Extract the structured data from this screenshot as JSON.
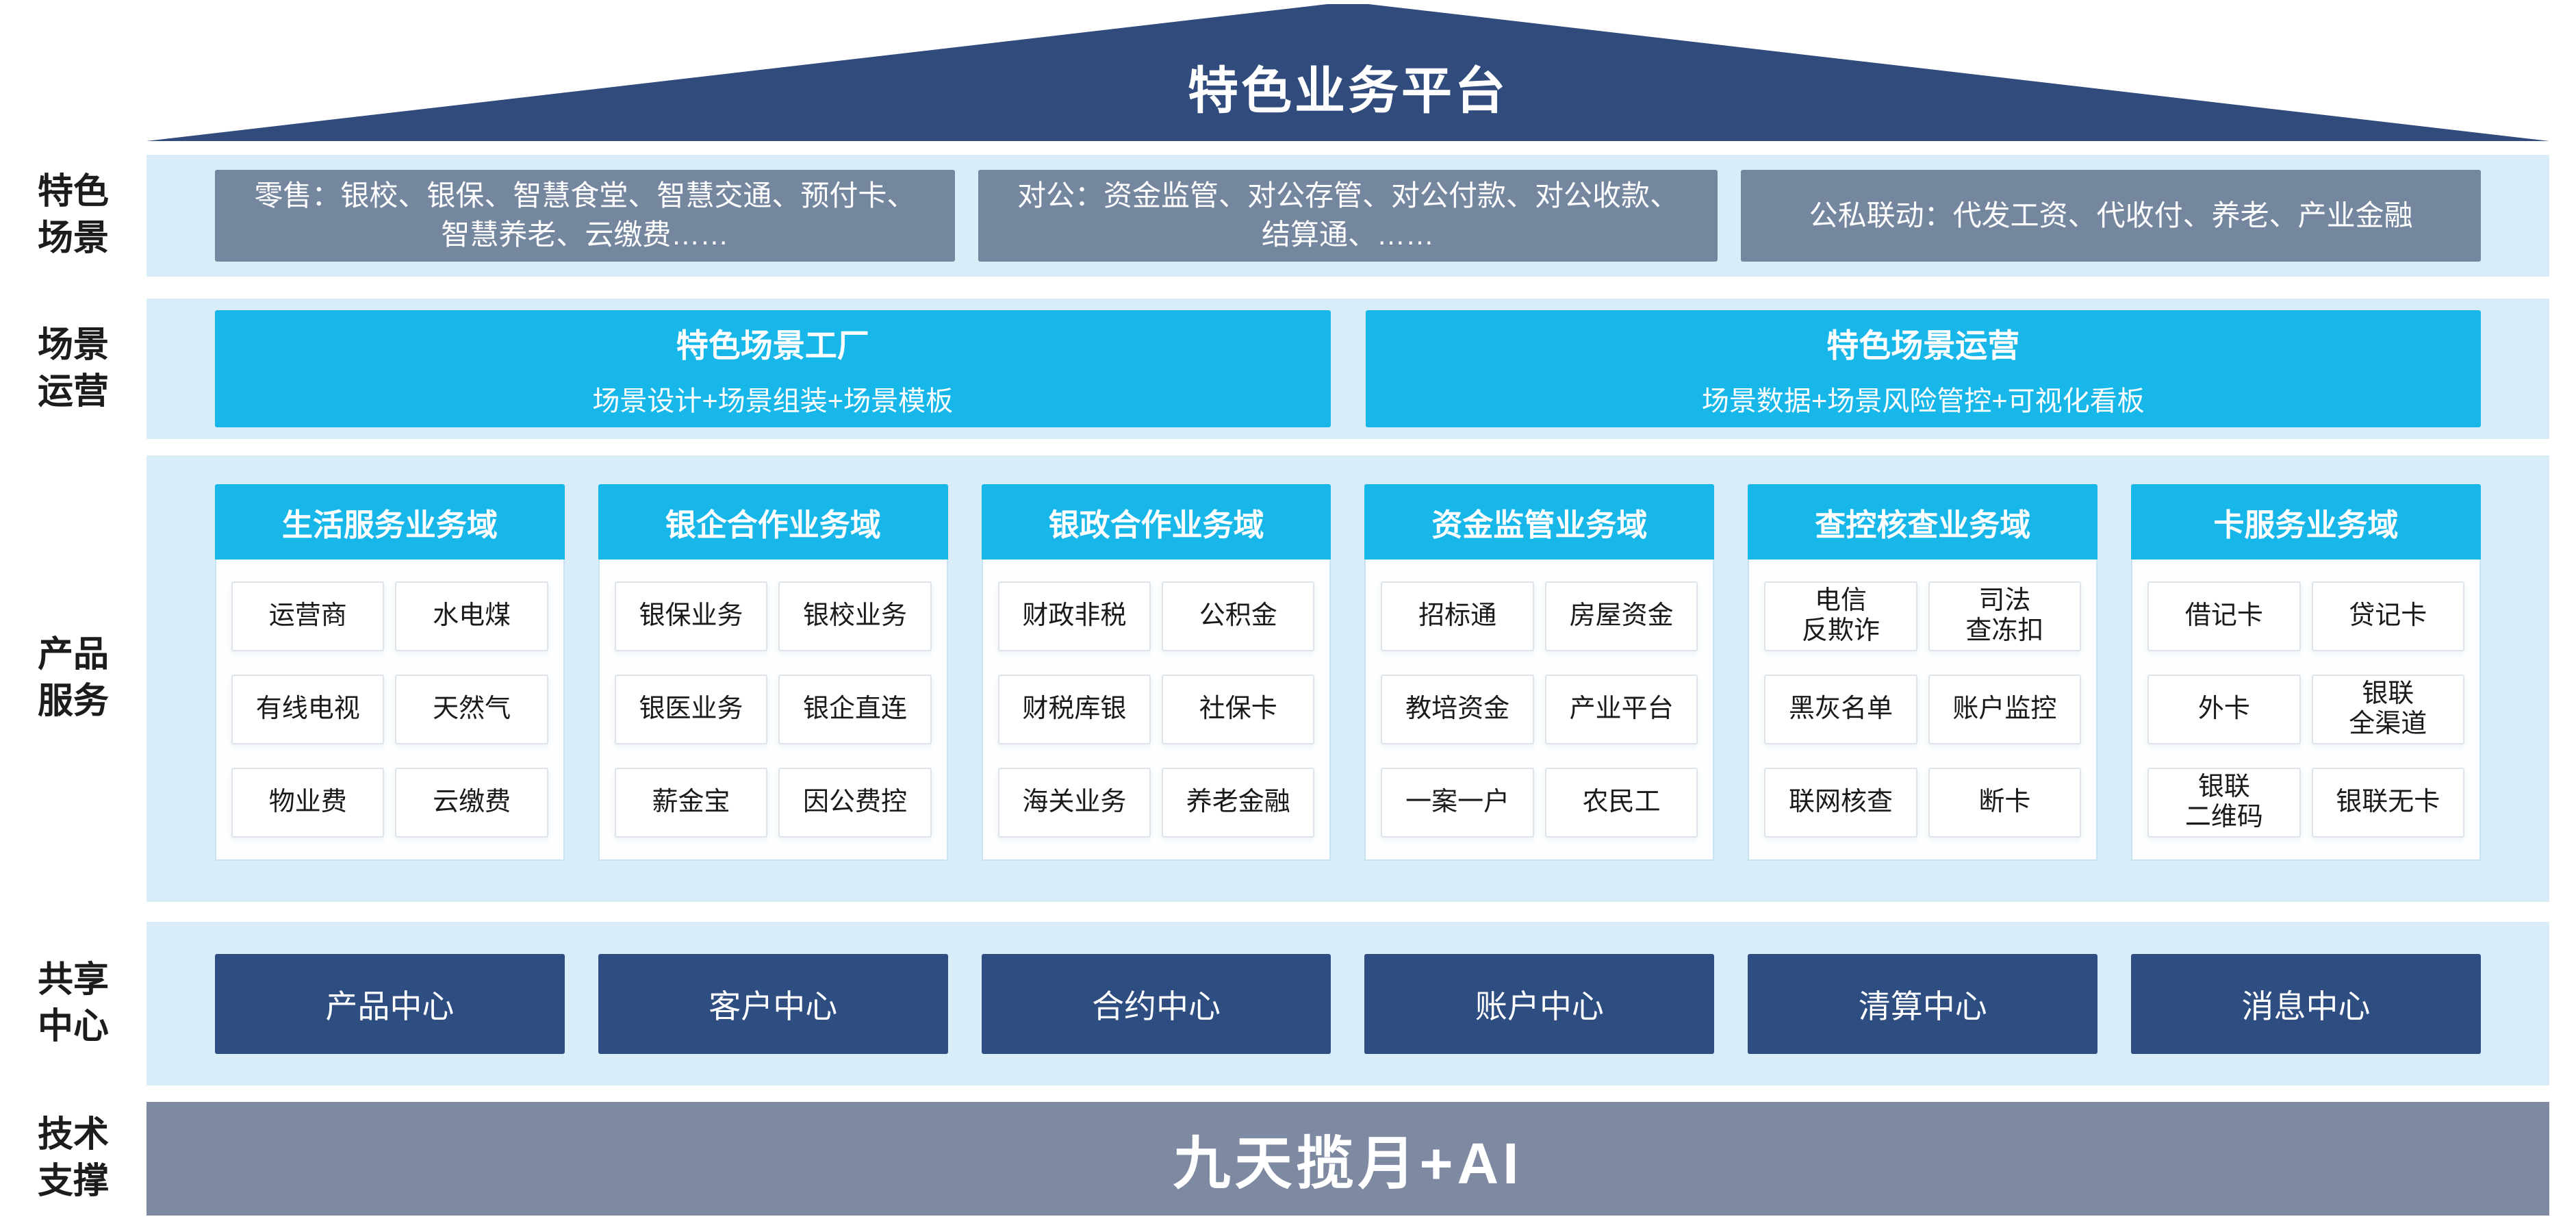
{
  "roof": {
    "title": "特色业务平台"
  },
  "rows": {
    "scenes": {
      "label": "特色\n场景",
      "boxes": [
        "零售：银校、银保、智慧食堂、智慧交通、预付卡、智慧养老、云缴费……",
        "对公：资金监管、对公存管、对公付款、对公收款、结算通、……",
        "公私联动：代发工资、代收付、养老、产业金融"
      ]
    },
    "operations": {
      "label": "场景\n运营",
      "boxes": [
        {
          "title": "特色场景工厂",
          "subtitle": "场景设计+场景组装+场景模板"
        },
        {
          "title": "特色场景运营",
          "subtitle": "场景数据+场景风险管控+可视化看板"
        }
      ]
    },
    "products": {
      "label": "产品\n服务",
      "columns": [
        {
          "header": "生活服务业务域",
          "cells": [
            "运营商",
            "水电煤",
            "有线电视",
            "天然气",
            "物业费",
            "云缴费"
          ]
        },
        {
          "header": "银企合作业务域",
          "cells": [
            "银保业务",
            "银校业务",
            "银医业务",
            "银企直连",
            "薪金宝",
            "因公费控"
          ]
        },
        {
          "header": "银政合作业务域",
          "cells": [
            "财政非税",
            "公积金",
            "财税库银",
            "社保卡",
            "海关业务",
            "养老金融"
          ]
        },
        {
          "header": "资金监管业务域",
          "cells": [
            "招标通",
            "房屋资金",
            "教培资金",
            "产业平台",
            "一案一户",
            "农民工"
          ]
        },
        {
          "header": "查控核查业务域",
          "cells": [
            "电信\n反欺诈",
            "司法\n查冻扣",
            "黑灰名单",
            "账户监控",
            "联网核查",
            "断卡"
          ]
        },
        {
          "header": "卡服务业务域",
          "cells": [
            "借记卡",
            "贷记卡",
            "外卡",
            "银联\n全渠道",
            "银联\n二维码",
            "银联无卡"
          ]
        }
      ]
    },
    "shared": {
      "label": "共享\n中心",
      "boxes": [
        "产品中心",
        "客户中心",
        "合约中心",
        "账户中心",
        "清算中心",
        "消息中心"
      ]
    },
    "tech": {
      "label": "技术\n支撑",
      "title": "九天揽月+AI"
    }
  },
  "colors": {
    "roof_navy": "#304b7c",
    "band_light_blue": "#d8edf8",
    "slate_gray": "#75869f",
    "cyan": "#18b7ea",
    "navy_box": "#2e4d80",
    "tech_gray": "#7d8aa1"
  }
}
